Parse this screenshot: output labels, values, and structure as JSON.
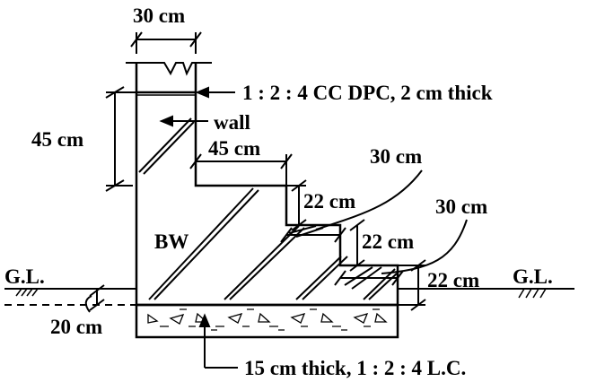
{
  "labels": {
    "top_width": "30 cm",
    "dpc_note": "1 : 2 : 4 CC DPC, 2 cm thick",
    "wall": "wall",
    "wall_height": "45 cm",
    "step1_width": "45 cm",
    "step2_width": "30 cm",
    "step3_width": "30 cm",
    "rise1": "22 cm",
    "rise2": "22 cm",
    "rise3": "22 cm",
    "brickwork": "BW",
    "ground_left": "G.L.",
    "ground_right": "G.L.",
    "depth_below_gl": "20 cm",
    "concrete_note": "15 cm thick, 1 : 2 : 4 L.C."
  },
  "colors": {
    "ink": "#000000",
    "paper": "#ffffff"
  }
}
